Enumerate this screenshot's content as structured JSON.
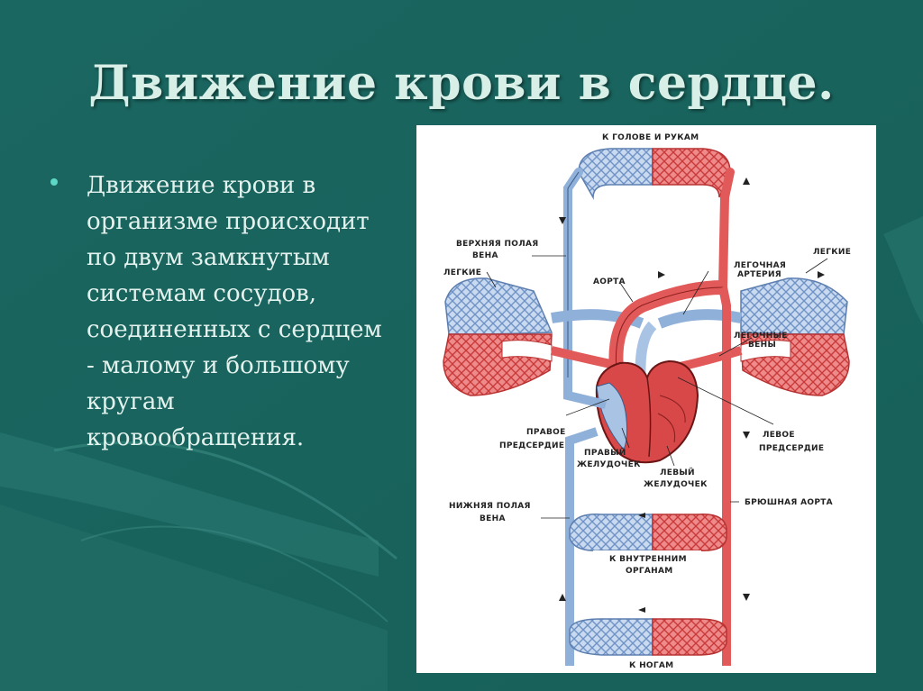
{
  "slide": {
    "title": "Движение крови в сердце.",
    "bullet": "Движение крови в\nорганизме происходит\nпо двум замкнутым\nсистемам сосудов,\nсоединенных с сердцем\n- малому и большому\nкругам\nкровообращения."
  },
  "diagram": {
    "labels": {
      "head_arms": "К ГОЛОВЕ И РУКАМ",
      "superior_vena_cava_1": "ВЕРХНЯЯ ПОЛАЯ",
      "superior_vena_cava_2": "ВЕНА",
      "lungs_left": "ЛЕГКИЕ",
      "lungs_right": "ЛЕГКИЕ",
      "aorta": "АОРТА",
      "pulmonary_artery_1": "ЛЕГОЧНАЯ",
      "pulmonary_artery_2": "АРТЕРИЯ",
      "pulmonary_veins_1": "ЛЕГОЧНЫЕ",
      "pulmonary_veins_2": "ВЕНЫ",
      "right_atrium_1": "ПРАВОЕ",
      "right_atrium_2": "ПРЕДСЕРДИЕ",
      "right_ventricle_1": "ПРАВЫЙ",
      "right_ventricle_2": "ЖЕЛУДОЧЕК",
      "left_atrium_1": "ЛЕВОЕ",
      "left_atrium_2": "ПРЕДСЕРДИЕ",
      "left_ventricle_1": "ЛЕВЫЙ",
      "left_ventricle_2": "ЖЕЛУДОЧЕК",
      "inferior_vena_cava_1": "НИЖНЯЯ ПОЛАЯ",
      "inferior_vena_cava_2": "ВЕНА",
      "abdominal_aorta": "БРЮШНАЯ АОРТА",
      "internal_organs_1": "К ВНУТРЕННИМ",
      "internal_organs_2": "ОРГАНАМ",
      "legs": "К НОГАМ"
    },
    "colors": {
      "arterial": "#e04848",
      "venous": "#7fa6d6",
      "outline": "#2a2a2a"
    }
  }
}
